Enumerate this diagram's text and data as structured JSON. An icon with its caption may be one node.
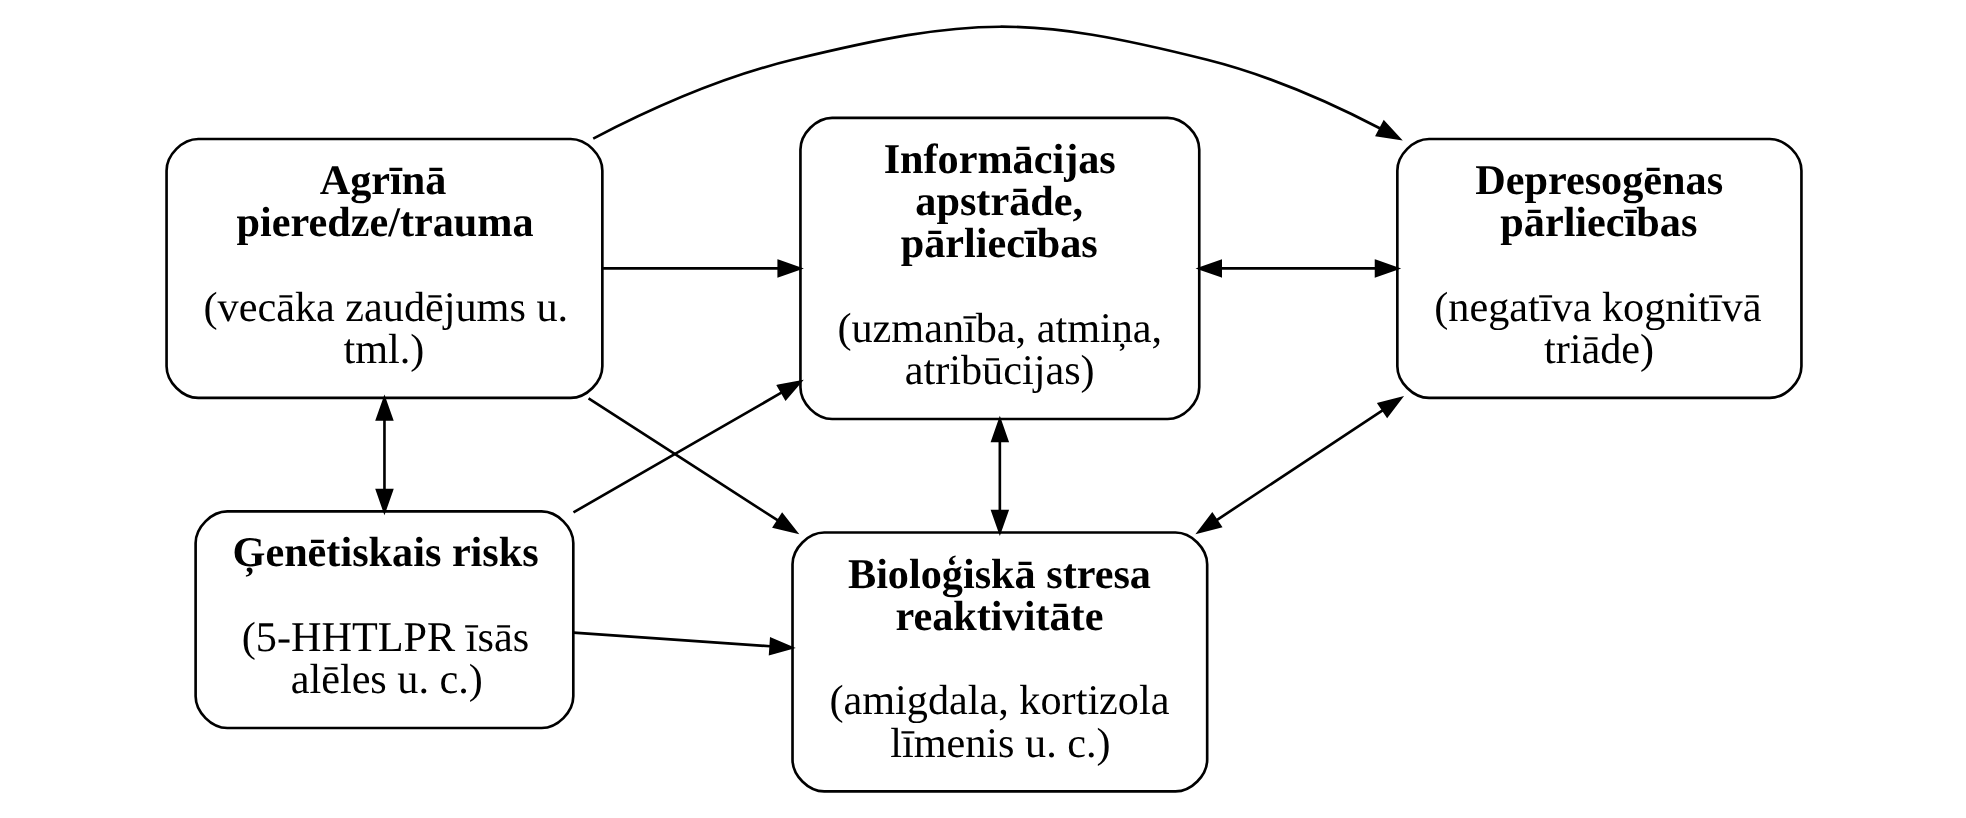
{
  "diagram": {
    "nodes": [
      {
        "text": [
          "Agrīnā pieredze/trauma",
          "(vecāka zaudējums u. tml.)"
        ]
      },
      {
        "text": [
          "Informācijas apstrāde, pārliecības",
          "(uzmanība, atmiņa, atribūcijas)"
        ]
      },
      {
        "text": [
          "Depresogēnas pārliecības",
          "(negatīva kognitīvā triāde)"
        ]
      },
      {
        "text": [
          "Ģenētiskais risks",
          "(5-HHTLPR īsās alēles u. c.)"
        ]
      },
      {
        "text": [
          "Bioloģiskā stresa reaktivitāte",
          "(amigdala, kortizola līmenis u. c.)"
        ]
      }
    ],
    "edges": [
      {
        "from": 0,
        "to": 1,
        "arrow": "to"
      },
      {
        "from": 0,
        "to": 4,
        "arrow": "to"
      },
      {
        "from": 0,
        "to": 2,
        "arrow": "to"
      },
      {
        "from": 0,
        "to": 3,
        "arrow": "both"
      },
      {
        "from": 3,
        "to": 1,
        "arrow": "to"
      },
      {
        "from": 3,
        "to": 4,
        "arrow": "to"
      },
      {
        "from": 1,
        "to": 2,
        "arrow": "both"
      },
      {
        "from": 1,
        "to": 4,
        "arrow": "both"
      },
      {
        "from": 4,
        "to": 2,
        "arrow": "both"
      }
    ]
  }
}
